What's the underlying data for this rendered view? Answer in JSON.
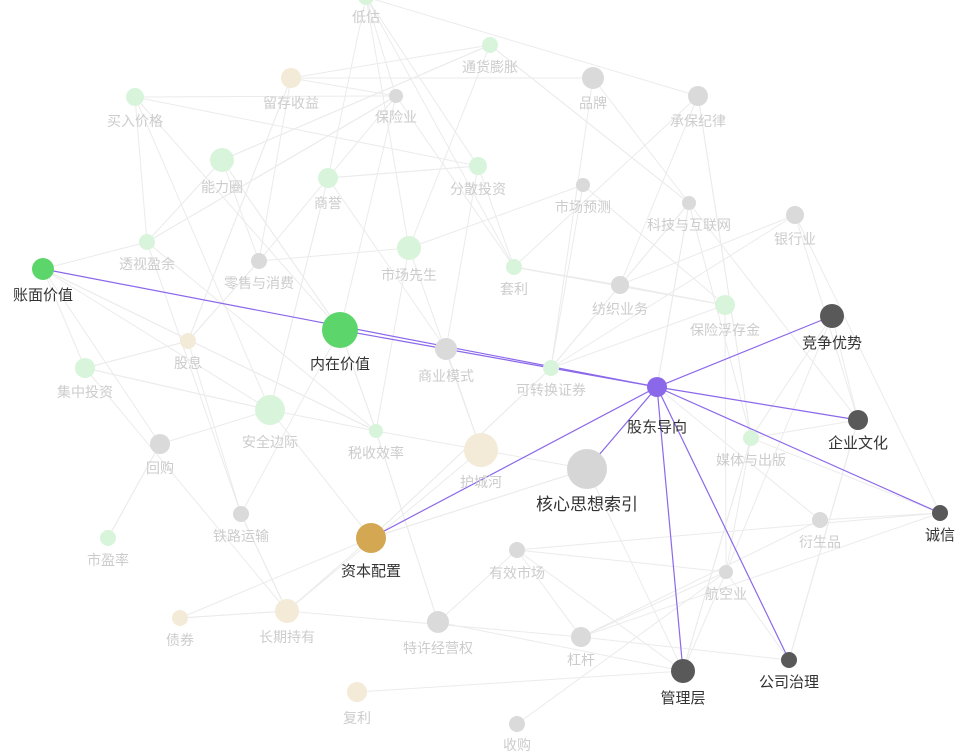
{
  "colors": {
    "green_focus": "#5cd66a",
    "green_faded": "#d8f5dc",
    "beige_faded": "#f3ead7",
    "gray_faded": "#dadada",
    "dark": "#595959",
    "purple": "#8b68ea",
    "gold": "#d4a853",
    "core": "#d6d6d6",
    "edge": "#ebebeb",
    "label_dark": "#333333",
    "label_faded": "#cccccc"
  },
  "selected_node": "股东导向",
  "nodes": [
    {
      "label": "低估",
      "color": "green_faded",
      "active": false
    },
    {
      "label": "通货膨胀",
      "color": "green_faded",
      "active": false
    },
    {
      "label": "留存收益",
      "color": "beige_faded",
      "active": false
    },
    {
      "label": "买入价格",
      "color": "green_faded",
      "active": false
    },
    {
      "label": "保险业",
      "color": "gray_faded",
      "active": false
    },
    {
      "label": "品牌",
      "color": "gray_faded",
      "active": false
    },
    {
      "label": "承保纪律",
      "color": "gray_faded",
      "active": false
    },
    {
      "label": "能力圈",
      "color": "green_faded",
      "active": false
    },
    {
      "label": "商誉",
      "color": "green_faded",
      "active": false
    },
    {
      "label": "分散投资",
      "color": "green_faded",
      "active": false
    },
    {
      "label": "市场预测",
      "color": "gray_faded",
      "active": false
    },
    {
      "label": "科技与互联网",
      "color": "gray_faded",
      "active": false
    },
    {
      "label": "银行业",
      "color": "gray_faded",
      "active": false
    },
    {
      "label": "透视盈余",
      "color": "green_faded",
      "active": false
    },
    {
      "label": "零售与消费",
      "color": "gray_faded",
      "active": false
    },
    {
      "label": "市场先生",
      "color": "green_faded",
      "active": false
    },
    {
      "label": "套利",
      "color": "green_faded",
      "active": false
    },
    {
      "label": "纺织业务",
      "color": "gray_faded",
      "active": false
    },
    {
      "label": "保险浮存金",
      "color": "green_faded",
      "active": false
    },
    {
      "label": "账面价值",
      "color": "green_focus",
      "active": true
    },
    {
      "label": "竞争优势",
      "color": "dark",
      "active": true
    },
    {
      "label": "内在价值",
      "color": "green_focus",
      "active": true
    },
    {
      "label": "股息",
      "color": "beige_faded",
      "active": false
    },
    {
      "label": "商业模式",
      "color": "gray_faded",
      "active": false
    },
    {
      "label": "可转换证券",
      "color": "green_faded",
      "active": false
    },
    {
      "label": "股东导向",
      "color": "purple",
      "active": true
    },
    {
      "label": "集中投资",
      "color": "green_faded",
      "active": false
    },
    {
      "label": "安全边际",
      "color": "green_faded",
      "active": false
    },
    {
      "label": "税收效率",
      "color": "green_faded",
      "active": false
    },
    {
      "label": "护城河",
      "color": "beige_faded",
      "active": false
    },
    {
      "label": "企业文化",
      "color": "dark",
      "active": true
    },
    {
      "label": "媒体与出版",
      "color": "green_faded",
      "active": false
    },
    {
      "label": "回购",
      "color": "gray_faded",
      "active": false
    },
    {
      "label": "核心思想索引",
      "color": "core",
      "active": true
    },
    {
      "label": "诚信",
      "color": "dark",
      "active": true
    },
    {
      "label": "铁路运输",
      "color": "gray_faded",
      "active": false
    },
    {
      "label": "资本配置",
      "color": "gold",
      "active": true
    },
    {
      "label": "衍生品",
      "color": "gray_faded",
      "active": false
    },
    {
      "label": "市盈率",
      "color": "green_faded",
      "active": false
    },
    {
      "label": "有效市场",
      "color": "gray_faded",
      "active": false
    },
    {
      "label": "航空业",
      "color": "gray_faded",
      "active": false
    },
    {
      "label": "债券",
      "color": "beige_faded",
      "active": false
    },
    {
      "label": "长期持有",
      "color": "beige_faded",
      "active": false
    },
    {
      "label": "特许经营权",
      "color": "gray_faded",
      "active": false
    },
    {
      "label": "杠杆",
      "color": "gray_faded",
      "active": false
    },
    {
      "label": "管理层",
      "color": "dark",
      "active": true
    },
    {
      "label": "公司治理",
      "color": "dark",
      "active": true
    },
    {
      "label": "复利",
      "color": "beige_faded",
      "active": false
    },
    {
      "label": "收购",
      "color": "gray_faded",
      "active": false
    }
  ],
  "highlighted_edges": [
    [
      "股东导向",
      "账面价值"
    ],
    [
      "股东导向",
      "内在价值"
    ],
    [
      "股东导向",
      "竞争优势"
    ],
    [
      "股东导向",
      "企业文化"
    ],
    [
      "股东导向",
      "诚信"
    ],
    [
      "股东导向",
      "核心思想索引"
    ],
    [
      "股东导向",
      "资本配置"
    ],
    [
      "股东导向",
      "管理层"
    ],
    [
      "股东导向",
      "公司治理"
    ]
  ]
}
